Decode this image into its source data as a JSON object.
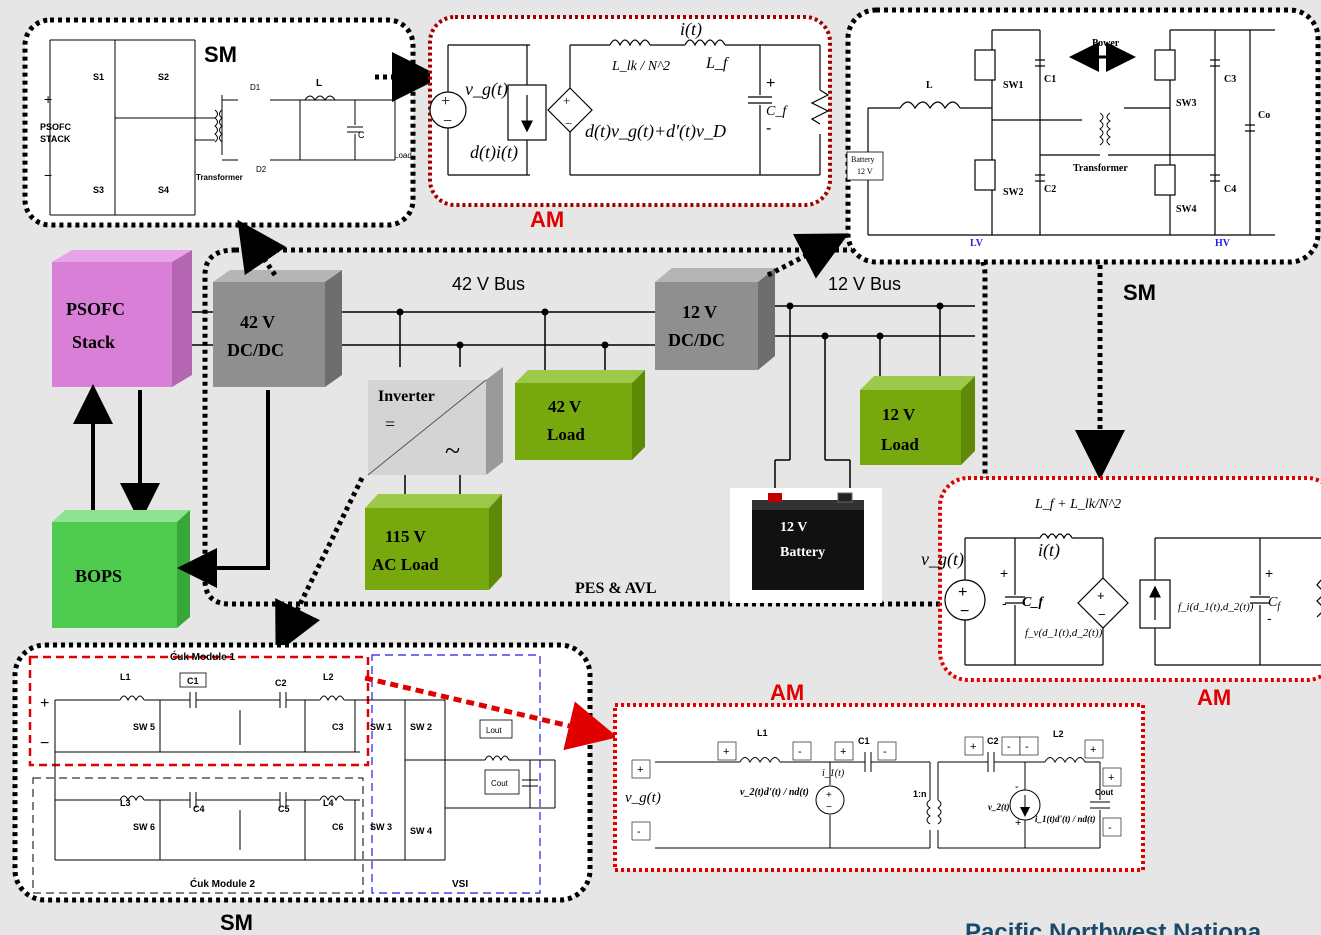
{
  "colors": {
    "background": "#e6e6e6",
    "psofc": "#d97fd8",
    "gray_box": "#8f8f8f",
    "load_green": "#77a80e",
    "bops_green": "#4fcc4f",
    "am_red": "#d00000",
    "am_dark_red": "#a10000",
    "vsi_blue": "#1e1ee8"
  },
  "blocks": {
    "psofc": "PSOFC\nStack",
    "bops": "BOPS",
    "dcdc42": "42 V\nDC/DC",
    "dcdc12": "12 V\nDC/DC",
    "inverter": "Inverter",
    "inverter_symbols": {
      "dc": "=",
      "ac": "~"
    },
    "load42": "42 V\nLoad",
    "load12": "12 V\nLoad",
    "acload": "115 V\nAC Load",
    "battery": "12 V\nBattery"
  },
  "buses": {
    "bus42": "42 V Bus",
    "bus12": "12 V Bus"
  },
  "region_labels": {
    "pes_avl": "PES & AVL",
    "sm_top_left": "SM",
    "am_top": "AM",
    "sm_right": "SM",
    "am_right": "AM",
    "am_bottom": "AM",
    "sm_bottom": "SM"
  },
  "sm_fuelcell_converter": {
    "stack": "PSOFC\nSTACK",
    "switches": [
      "S1",
      "S2",
      "S3",
      "S4"
    ],
    "transformer": "Transformer",
    "diodes": [
      "D1",
      "D2"
    ],
    "inductor": "L",
    "capacitor": "C",
    "load": "Load",
    "plus": "+",
    "minus": "−"
  },
  "am_top_model": {
    "source": "v_g(t)",
    "current_source": "d(t)i(t)",
    "current": "i(t)",
    "leakage": "L_lk / N^2",
    "filter": "L_f",
    "dependent_source": "d(t)v_g(t)+d'(t)v_D",
    "capacitor": "C_f"
  },
  "sm_bidirectional": {
    "power": "Power",
    "inductor": "L",
    "battery": "Battery\n12 V",
    "switches": [
      "SW1",
      "SW2",
      "SW3",
      "SW4"
    ],
    "caps": [
      "C1",
      "C2",
      "C3",
      "C4",
      "Co"
    ],
    "transformer": "Transformer",
    "lv": "LV",
    "hv": "HV"
  },
  "am_right_model": {
    "inductance": "L_f + L_lk/N^2",
    "current": "i(t)",
    "source": "v_g(t)",
    "capacitor": "C_f",
    "dep_voltage": "f_v(d_1(t),d_2(t))",
    "dep_current": "f_i(d_1(t),d_2(t))"
  },
  "sm_cuk": {
    "module1": "Ćuk Module 1",
    "module2": "Ćuk Module 2",
    "vsi": "VSI",
    "inductors": [
      "L1",
      "L2",
      "L3",
      "L4"
    ],
    "caps": [
      "C1",
      "C2",
      "C3",
      "C4",
      "C5",
      "C6"
    ],
    "switches": [
      "SW 5",
      "SW 6",
      "SW 1",
      "SW 2",
      "SW 3",
      "SW 4"
    ],
    "lout": "Lout",
    "cout": "Cout"
  },
  "am_bottom_model": {
    "source": "v_g(t)",
    "l1": "L1",
    "c1": "C1",
    "c2": "C2",
    "l2": "L2",
    "ratio": "1:n",
    "dep_v": "v_2(t)d'(t) / nd(t)",
    "current_label": "i_1(t)",
    "dep_i": "i_1(t)d'(t) / nd(t)",
    "v2": "v_2(t)",
    "cout": "Cout"
  },
  "footer": {
    "org": "Pacific Northwest Nationa"
  }
}
